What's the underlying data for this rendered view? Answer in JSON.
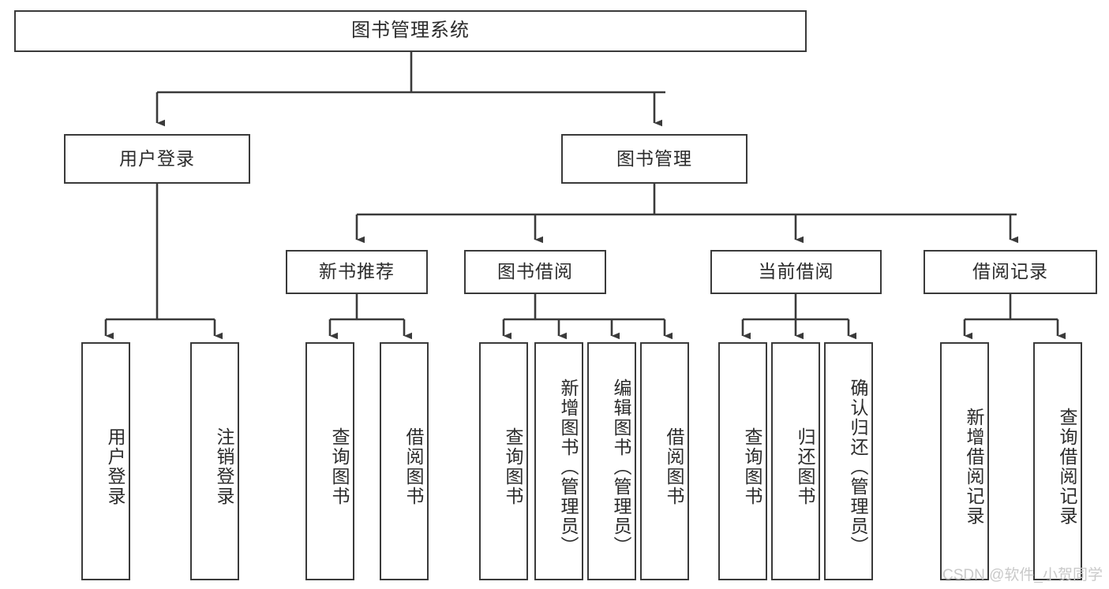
{
  "diagram": {
    "title": "图书管理系统",
    "watermark": "CSDN @软件_小贺同学",
    "colors": {
      "stroke": "#3a3a3a",
      "fill": "#ffffff",
      "text": "#2b2b2b",
      "watermark": "#c9c9c9"
    },
    "nodes": {
      "root": {
        "label": "图书管理系统"
      },
      "level2": [
        {
          "id": "user-login",
          "label": "用户登录"
        },
        {
          "id": "book-manage",
          "label": "图书管理"
        }
      ],
      "level3": [
        {
          "id": "new-book-recommend",
          "label": "新书推荐"
        },
        {
          "id": "book-borrow",
          "label": "图书借阅"
        },
        {
          "id": "current-borrow",
          "label": "当前借阅"
        },
        {
          "id": "borrow-record",
          "label": "借阅记录"
        }
      ],
      "leaves": {
        "user-login": [
          {
            "id": "leaf-user-login",
            "label": "用户登录"
          },
          {
            "id": "leaf-user-logout",
            "label": "注销登录"
          }
        ],
        "new-book-recommend": [
          {
            "id": "leaf-query-book-1",
            "label": "查询图书"
          },
          {
            "id": "leaf-borrow-book-1",
            "label": "借阅图书"
          }
        ],
        "book-borrow": [
          {
            "id": "leaf-query-book-2",
            "label": "查询图书"
          },
          {
            "id": "leaf-add-book",
            "label": "新增图书（管理员）"
          },
          {
            "id": "leaf-edit-book",
            "label": "编辑图书（管理员）"
          },
          {
            "id": "leaf-borrow-book-2",
            "label": "借阅图书"
          }
        ],
        "current-borrow": [
          {
            "id": "leaf-query-book-3",
            "label": "查询图书"
          },
          {
            "id": "leaf-return-book",
            "label": "归还图书"
          },
          {
            "id": "leaf-confirm-return",
            "label": "确认归还（管理员）"
          }
        ],
        "borrow-record": [
          {
            "id": "leaf-add-record",
            "label": "新增借阅记录"
          },
          {
            "id": "leaf-query-record",
            "label": "查询借阅记录"
          }
        ]
      }
    }
  }
}
